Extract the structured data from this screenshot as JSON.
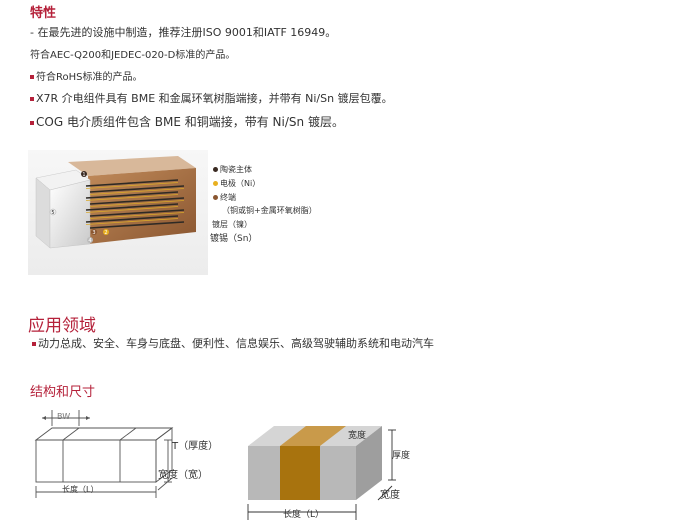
{
  "features": {
    "title": "特性",
    "lines": [
      "- 在最先进的设施中制造，推荐注册ISO 9001和IATF 16949。",
      "符合AEC-Q200和JEDEC-020-D标准的产品。",
      "符合RoHS标准的产品。",
      "X7R 介电组件具有 BME 和金属环氧树脂端接，并带有 Ni/Sn 镀层包覆。",
      "COG 电介质组件包含 BME 和铜端接，带有 Ni/Sn 镀层。"
    ]
  },
  "diagram": {
    "markers": [
      "1",
      "2",
      "3",
      "4",
      "5"
    ],
    "legend": {
      "ceramic_body": "陶瓷主体",
      "electrode": "电极（Ni）",
      "termination": "终端",
      "termination_note": "（铜或铜+金属环氧树脂）",
      "plating": "镀层（镍）",
      "tin_plating": "镀锡（Sn）"
    }
  },
  "applications": {
    "title": "应用领域",
    "line": "动力总成、安全、车身与底盘、便利性、信息娱乐、高级驾驶辅助系统和电动汽车"
  },
  "structure": {
    "title": "结构和尺寸",
    "left": {
      "bw": "BW",
      "thickness": "T（厚度）",
      "width": "宽度（宽）",
      "length": "长度（L）"
    },
    "right": {
      "width_top": "宽度",
      "thickness": "厚度",
      "width_side": "宽度",
      "length": "长度（L）"
    }
  },
  "colors": {
    "accent": "#b5213a",
    "copper": "#a06a3c",
    "ochre": "#b07a1a"
  }
}
